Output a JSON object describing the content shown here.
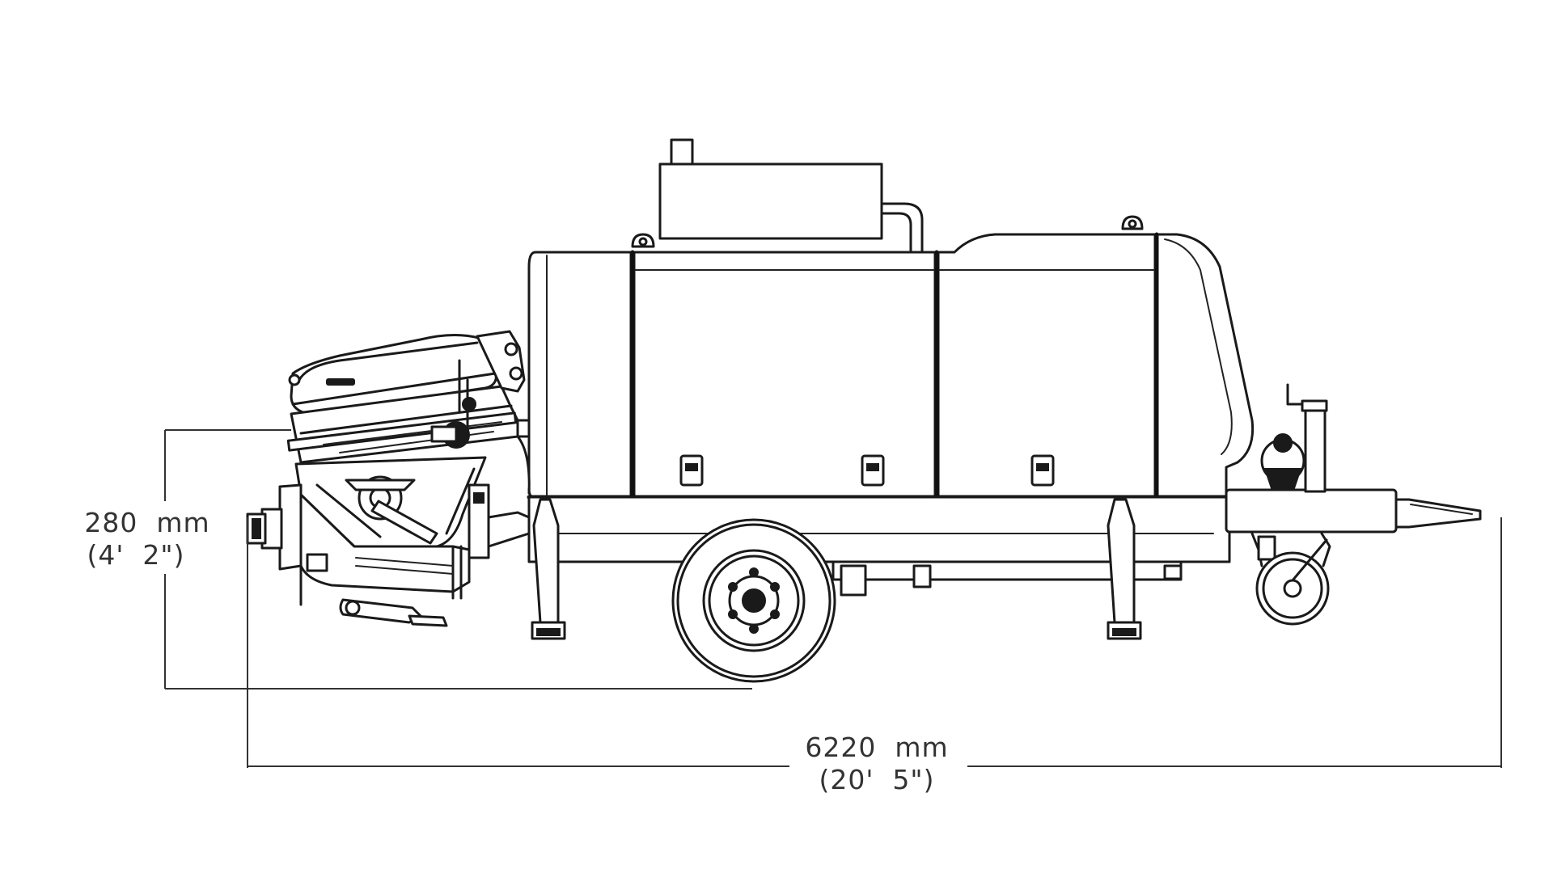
{
  "dimensions": {
    "height": {
      "metric": "280  mm",
      "imperial": "(4'  2\")"
    },
    "length": {
      "metric": "6220  mm",
      "imperial": "(20'  5\")"
    }
  },
  "colors": {
    "line": "#1a1a1a",
    "dimension": "#333333",
    "background": "#ffffff"
  }
}
